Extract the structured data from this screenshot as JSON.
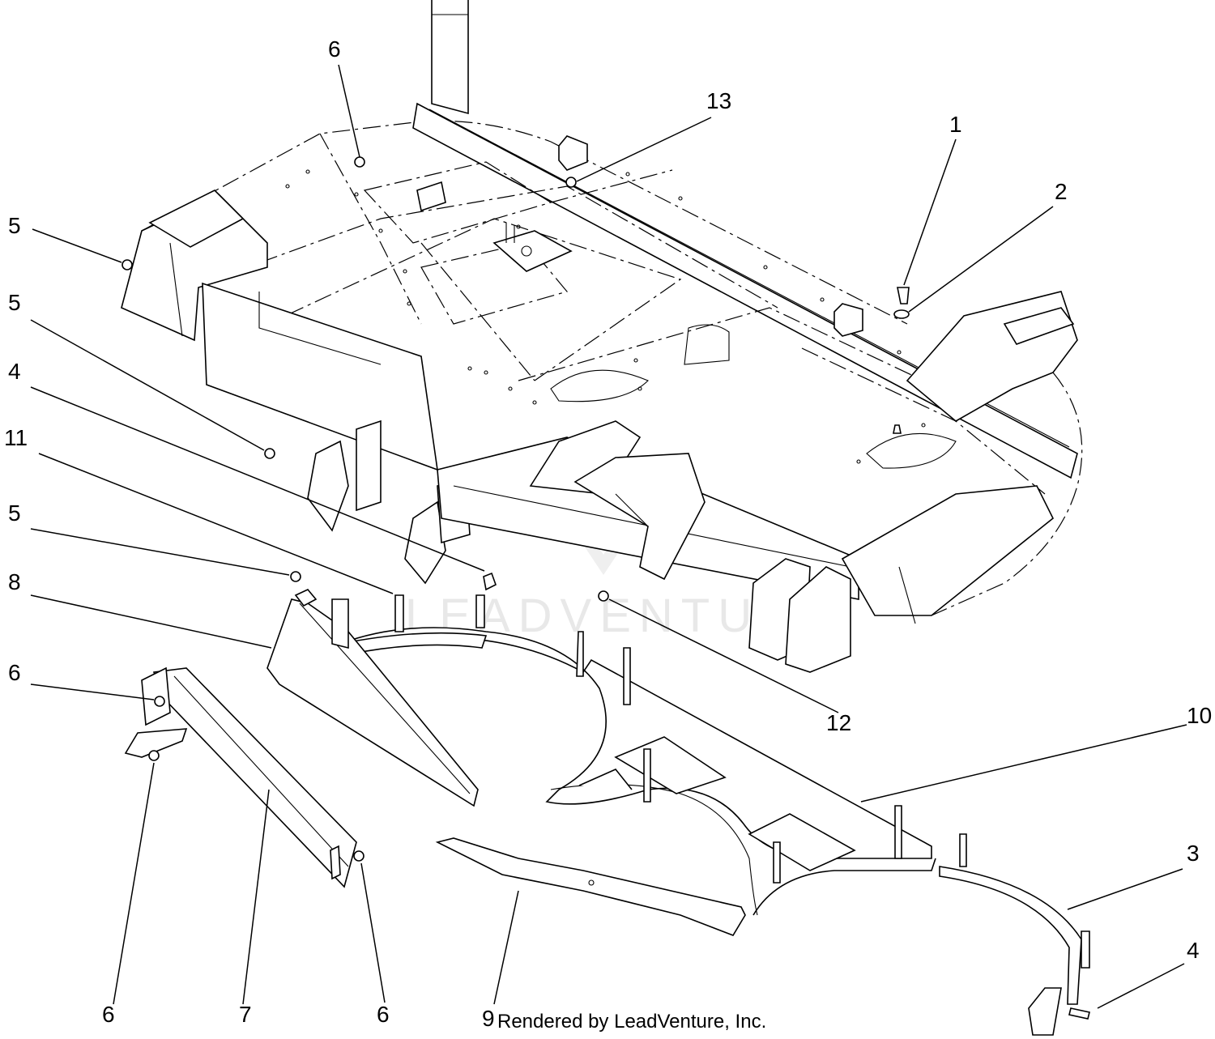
{
  "diagram": {
    "callouts": [
      {
        "id": "c1",
        "label": "1"
      },
      {
        "id": "c2",
        "label": "2"
      },
      {
        "id": "c3",
        "label": "3"
      },
      {
        "id": "c4a",
        "label": "4"
      },
      {
        "id": "c4b",
        "label": "4"
      },
      {
        "id": "c5a",
        "label": "5"
      },
      {
        "id": "c5b",
        "label": "5"
      },
      {
        "id": "c5c",
        "label": "5"
      },
      {
        "id": "c6a",
        "label": "6"
      },
      {
        "id": "c6b",
        "label": "6"
      },
      {
        "id": "c6c",
        "label": "6"
      },
      {
        "id": "c6d",
        "label": "6"
      },
      {
        "id": "c7",
        "label": "7"
      },
      {
        "id": "c8",
        "label": "8"
      },
      {
        "id": "c9",
        "label": "9"
      },
      {
        "id": "c10",
        "label": "10"
      },
      {
        "id": "c11",
        "label": "11"
      },
      {
        "id": "c12",
        "label": "12"
      },
      {
        "id": "c13",
        "label": "13"
      }
    ],
    "watermark": "LEADVENTURE",
    "credit": "Rendered by LeadVenture, Inc."
  }
}
